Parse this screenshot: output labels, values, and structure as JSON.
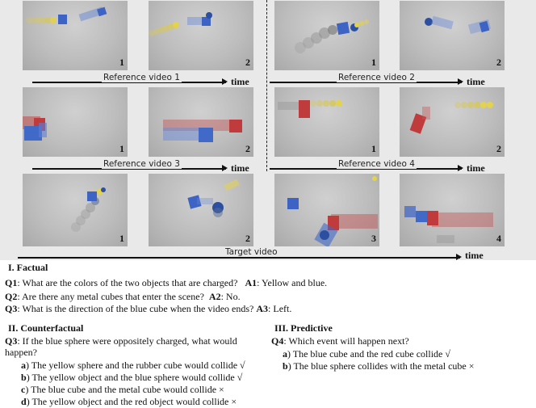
{
  "figure": {
    "rows": [
      {
        "groups": [
          {
            "caption": "Reference video 1",
            "frames": [
              "1",
              "2"
            ],
            "time": "time"
          },
          {
            "caption": "Reference video 2",
            "frames": [
              "1",
              "2"
            ],
            "time": "time"
          }
        ]
      },
      {
        "groups": [
          {
            "caption": "Reference video 3",
            "frames": [
              "1",
              "2"
            ],
            "time": "time"
          },
          {
            "caption": "Reference video 4",
            "frames": [
              "1",
              "2"
            ],
            "time": "time"
          }
        ]
      },
      {
        "groups": [
          {
            "caption": "Target video",
            "frames": [
              "1",
              "2",
              "3",
              "4"
            ],
            "time": "time"
          }
        ]
      }
    ]
  },
  "qa": {
    "factual": {
      "heading": "I. Factual",
      "q1_label": "Q1",
      "q1_text": ": What are the colors of the two objects that are charged?",
      "a1_label": "A1",
      "a1_text": ": Yellow and blue.",
      "q2_label": "Q2",
      "q2_text": ": Are there any metal cubes that enter the scene?",
      "a2_label": "A2",
      "a2_text": ": No.",
      "q3_label": "Q3",
      "q3_text": ": What is the direction of the blue cube when the video ends?",
      "a3_label": "A3",
      "a3_text": ": Left."
    },
    "counterfactual": {
      "heading": "II. Counterfactual",
      "q_label": "Q3",
      "q_text": ": If the blue sphere were oppositely charged, what would",
      "q_text2": "happen?",
      "options": [
        {
          "label": "a",
          "text": ") The yellow sphere and the rubber cube would collide √"
        },
        {
          "label": "b",
          "text": ") The yellow object and the blue sphere would collide √"
        },
        {
          "label": "c",
          "text": ") The blue cube and the metal cube would collide ×"
        },
        {
          "label": "d",
          "text": ") The yellow object and the red object would collide ×"
        }
      ]
    },
    "predictive": {
      "heading": "III. Predictive",
      "q_label": "Q4",
      "q_text": ": Which event will happen next?",
      "options": [
        {
          "label": "a",
          "text": ") The blue cube and the red cube collide √"
        },
        {
          "label": "b",
          "text": ") The blue sphere collides with the metal cube  ×"
        }
      ]
    }
  }
}
